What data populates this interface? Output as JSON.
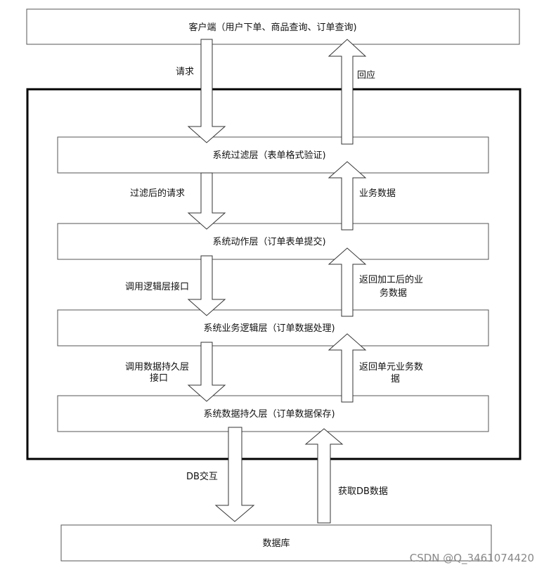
{
  "nodes": {
    "client": "客户端（用户下单、商品查询、订单查询)",
    "filter_layer": "系统过滤层（表单格式验证)",
    "action_layer": "系统动作层（订单表单提交)",
    "logic_layer": "系统业务逻辑层（订单数据处理)",
    "persistence_layer": "系统数据持久层（订单数据保存)",
    "database": "数据库"
  },
  "edges": {
    "request": "请求",
    "response": "回应",
    "filtered_request": "过滤后的请求",
    "business_data": "业务数据",
    "call_logic_1": "调用逻辑层接口",
    "return_processed_1": "返回加工后的业",
    "return_processed_2": "务数据",
    "call_persist_1": "调用数据持久层",
    "call_persist_2": "接口",
    "return_unit_1": "返回单元业务数",
    "return_unit_2": "据",
    "db_interact": "DB交互",
    "get_db_data": "获取DB数据"
  },
  "watermark": "CSDN @Q_3461074420"
}
